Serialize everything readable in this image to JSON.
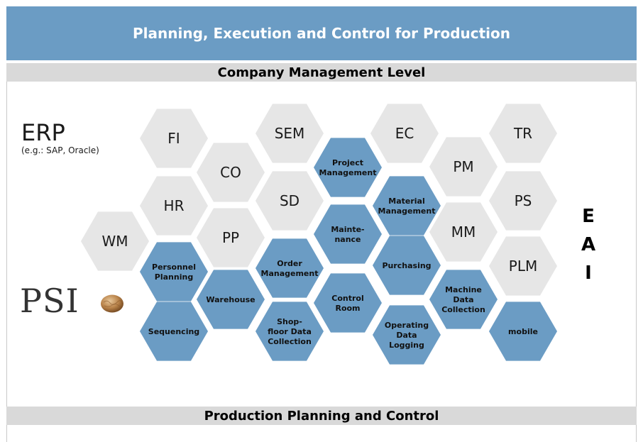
{
  "header": {
    "title": "Planning, Execution and Control for Production"
  },
  "levels": {
    "top": "Company Management Level",
    "bottom": "Production Planning and Control"
  },
  "erp": {
    "title": "ERP",
    "subtitle": "(e.g.: SAP, Oracle)"
  },
  "eai": {
    "letters": [
      "E",
      "A",
      "I"
    ]
  },
  "logo": {
    "text": "PSI"
  },
  "colors": {
    "header": "#6b9cc4",
    "level_bar": "#d9d9d9",
    "erp_hex": "#e6e6e6",
    "psi_hex": "#6b9cc4"
  },
  "erp_modules": [
    "FI",
    "CO",
    "HR",
    "PP",
    "WM",
    "SEM",
    "SD",
    "EC",
    "PM",
    "MM",
    "TR",
    "PS",
    "PLM"
  ],
  "psi_modules": [
    [
      "Project",
      "Management"
    ],
    [
      "Material",
      "Management"
    ],
    [
      "Mainte-",
      "nance"
    ],
    [
      "Personnel",
      "Planning"
    ],
    [
      "Warehouse"
    ],
    [
      "Order",
      "Management"
    ],
    [
      "Purchasing"
    ],
    [
      "Control",
      "Room"
    ],
    [
      "Machine",
      "Data",
      "Collection"
    ],
    [
      "Sequencing"
    ],
    [
      "Shop-",
      "floor Data",
      "Collection"
    ],
    [
      "Operating",
      "Data",
      "Logging"
    ],
    [
      "mobile"
    ]
  ]
}
